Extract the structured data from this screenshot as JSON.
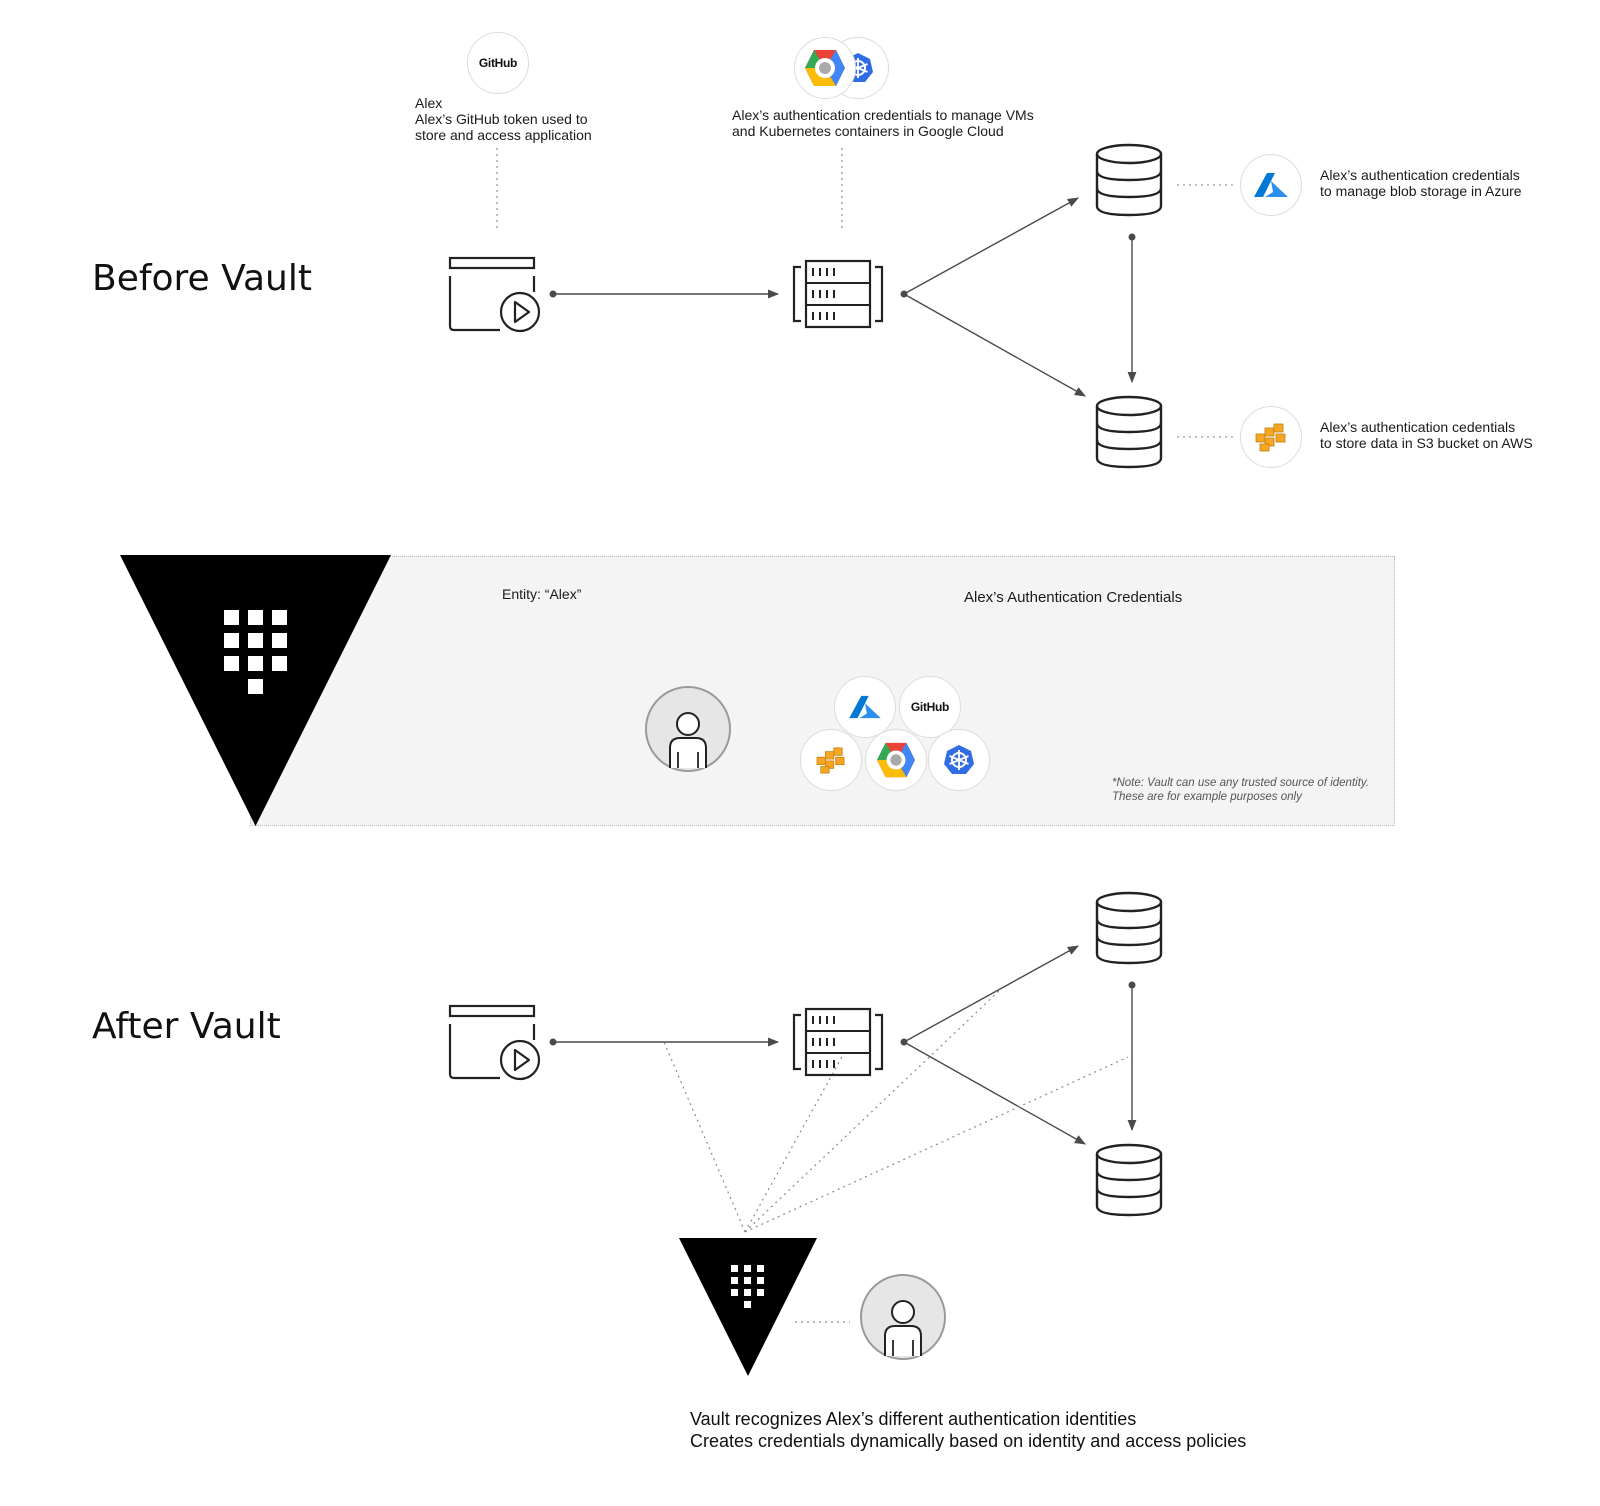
{
  "before": {
    "title": "Before Vault",
    "github_label": "GitHub",
    "github_caption": [
      "Alex",
      "Alex’s GitHub token used to",
      "store and access application"
    ],
    "gcp_caption": [
      "Alex’s authentication credentials to manage VMs",
      "and Kubernetes containers in Google Cloud"
    ],
    "azure_caption": [
      "Alex’s authentication credentials",
      "to manage blob storage in Azure"
    ],
    "aws_caption": [
      "Alex’s authentication cedentials",
      "to store data in S3 bucket on AWS"
    ]
  },
  "vault_panel": {
    "entity_label": "Entity: “Alex”",
    "credentials_label": "Alex’s Authentication Credentials",
    "github_label": "GitHub",
    "note_lines": [
      "*Note: Vault can use any trusted source of identity.",
      "These are for example purposes only"
    ]
  },
  "after": {
    "title": "After Vault",
    "caption_lines": [
      "Vault recognizes Alex’s different authentication identities",
      "Creates credentials dynamically based on identity and access policies"
    ]
  },
  "icons": {
    "github": "github-icon",
    "gcp": "google-cloud-icon",
    "kubernetes": "kubernetes-icon",
    "azure": "azure-icon",
    "aws": "aws-icon",
    "app": "application-icon",
    "server": "server-icon",
    "database": "database-icon",
    "vault": "vault-logo",
    "user": "user-icon"
  },
  "colors": {
    "azure": "#0078d4",
    "aws": "#f5a623",
    "gcp_red": "#ea4335",
    "gcp_yellow": "#fbbc05",
    "gcp_green": "#34a853",
    "gcp_blue": "#4285f4",
    "kubernetes": "#326ce5",
    "vault": "#000000",
    "panel_bg": "#f4f4f4",
    "leader_line": "#9fb4cc"
  }
}
